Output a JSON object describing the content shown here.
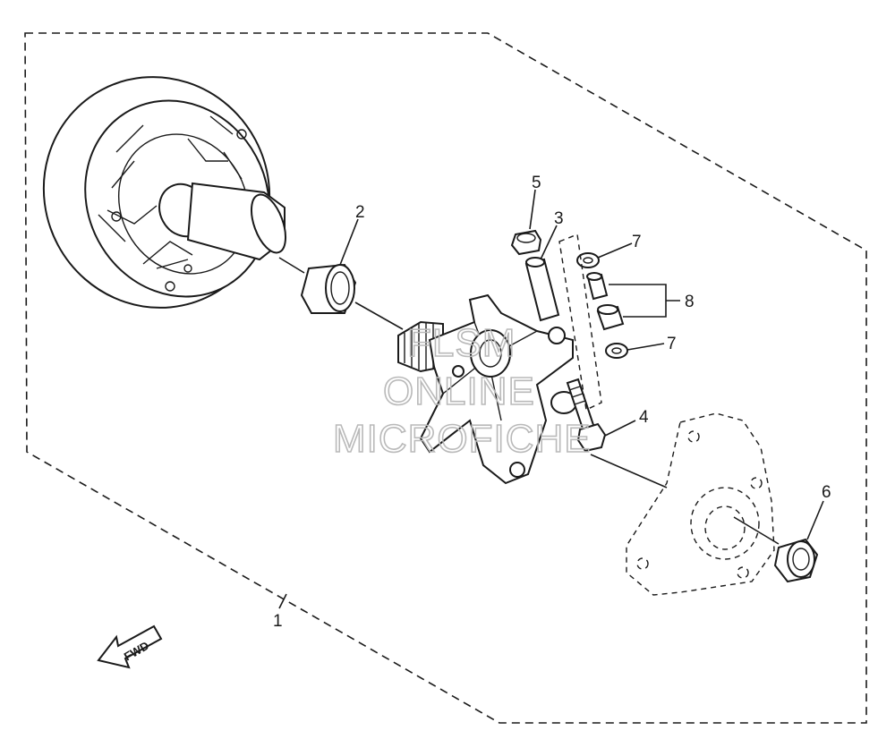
{
  "callouts": [
    {
      "id": "1",
      "label": "1"
    },
    {
      "id": "2",
      "label": "2"
    },
    {
      "id": "3",
      "label": "3"
    },
    {
      "id": "4",
      "label": "4"
    },
    {
      "id": "5",
      "label": "5"
    },
    {
      "id": "6",
      "label": "6"
    },
    {
      "id": "7a",
      "label": "7"
    },
    {
      "id": "7b",
      "label": "7"
    },
    {
      "id": "8",
      "label": "8"
    }
  ],
  "fwd_arrow": {
    "label": "FWD",
    "icon": "fwd-arrow-icon"
  },
  "watermark": {
    "line1": "FLSM",
    "line2": "ONLINE",
    "line3": "MICROFICHE"
  },
  "colors": {
    "line": "#1a1a1a",
    "watermark": "#b9b9b9",
    "background": "#ffffff"
  }
}
